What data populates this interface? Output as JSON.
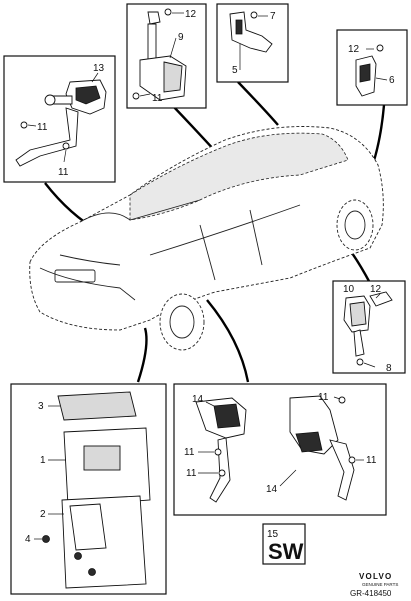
{
  "callouts": {
    "c1": "1",
    "c2": "2",
    "c3": "3",
    "c4": "4",
    "c5": "5",
    "c6": "6",
    "c7": "7",
    "c8": "8",
    "c9": "9",
    "c10": "10",
    "c11": "11",
    "c12": "12",
    "c13": "13",
    "c14": "14",
    "c15": "15"
  },
  "sw_box": {
    "number": "15",
    "label": "SW"
  },
  "brand": {
    "name": "VOLVO",
    "tagline": "GENUINE PARTS"
  },
  "reference": "GR-418450"
}
